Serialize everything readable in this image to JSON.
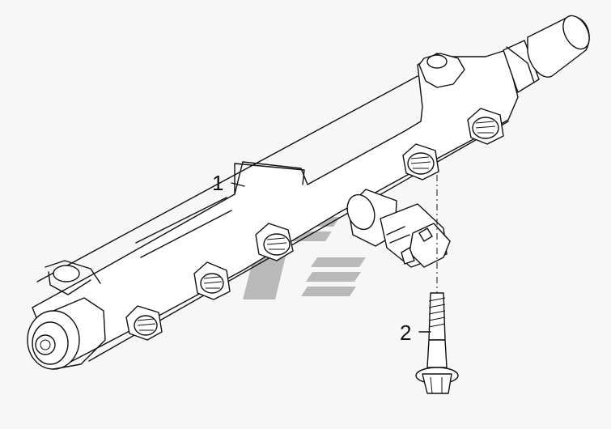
{
  "diagram": {
    "callouts": [
      {
        "id": "1",
        "label": "1"
      },
      {
        "id": "2",
        "label": "2"
      }
    ],
    "colors": {
      "background": "#f7f7f7",
      "line": "#111111",
      "watermark": "#b9b9b9"
    }
  }
}
